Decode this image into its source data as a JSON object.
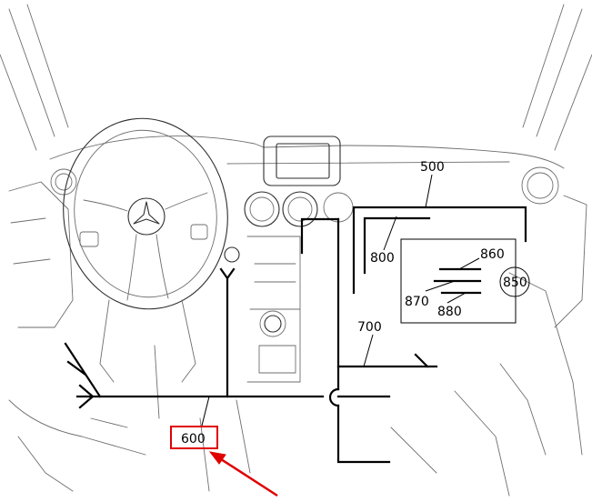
{
  "figure": {
    "labels": {
      "dashboard_harness": "500",
      "center_console_harness": "600",
      "right_branch_harness": "700",
      "center_display_module": "800",
      "control_unit": "850",
      "control_line_860": "860",
      "control_line_870": "870",
      "control_line_880": "880"
    },
    "highlighted_label": "600",
    "colors": {
      "highlight": "#e00000",
      "harness": "#000000",
      "sketch": "#6e6e6e"
    },
    "icons": {
      "steering_emblem": "three-pointed-star-icon",
      "pointer": "red-arrow-icon"
    }
  }
}
